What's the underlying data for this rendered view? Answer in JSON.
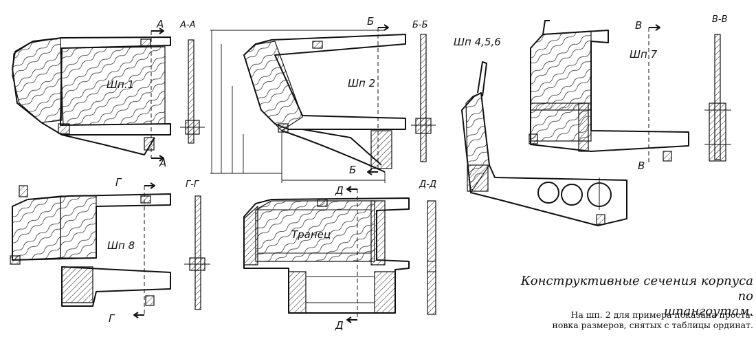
{
  "labels": {
    "shp1": "Шп.1",
    "shp2": "Шп 2",
    "shp456": "Шп 4,5,6",
    "shp7": "Шп 7",
    "shp8": "Шп 8",
    "tranets": "Транец",
    "sec_a": "А-А",
    "sec_b": "Б-Б",
    "sec_v": "В-В",
    "sec_g": "Г-Г",
    "sec_d": "Д-Д",
    "a": "А",
    "b": "Б",
    "v": "В",
    "g": "Г",
    "d": "Д"
  },
  "caption": {
    "title_line1": "Конструктивные сечения корпуса по",
    "title_line2": "шпангоутам.",
    "body_line1": "На шп. 2 для примера показана проста-",
    "body_line2": "новка размеров, снятых с таблицы ординат."
  }
}
